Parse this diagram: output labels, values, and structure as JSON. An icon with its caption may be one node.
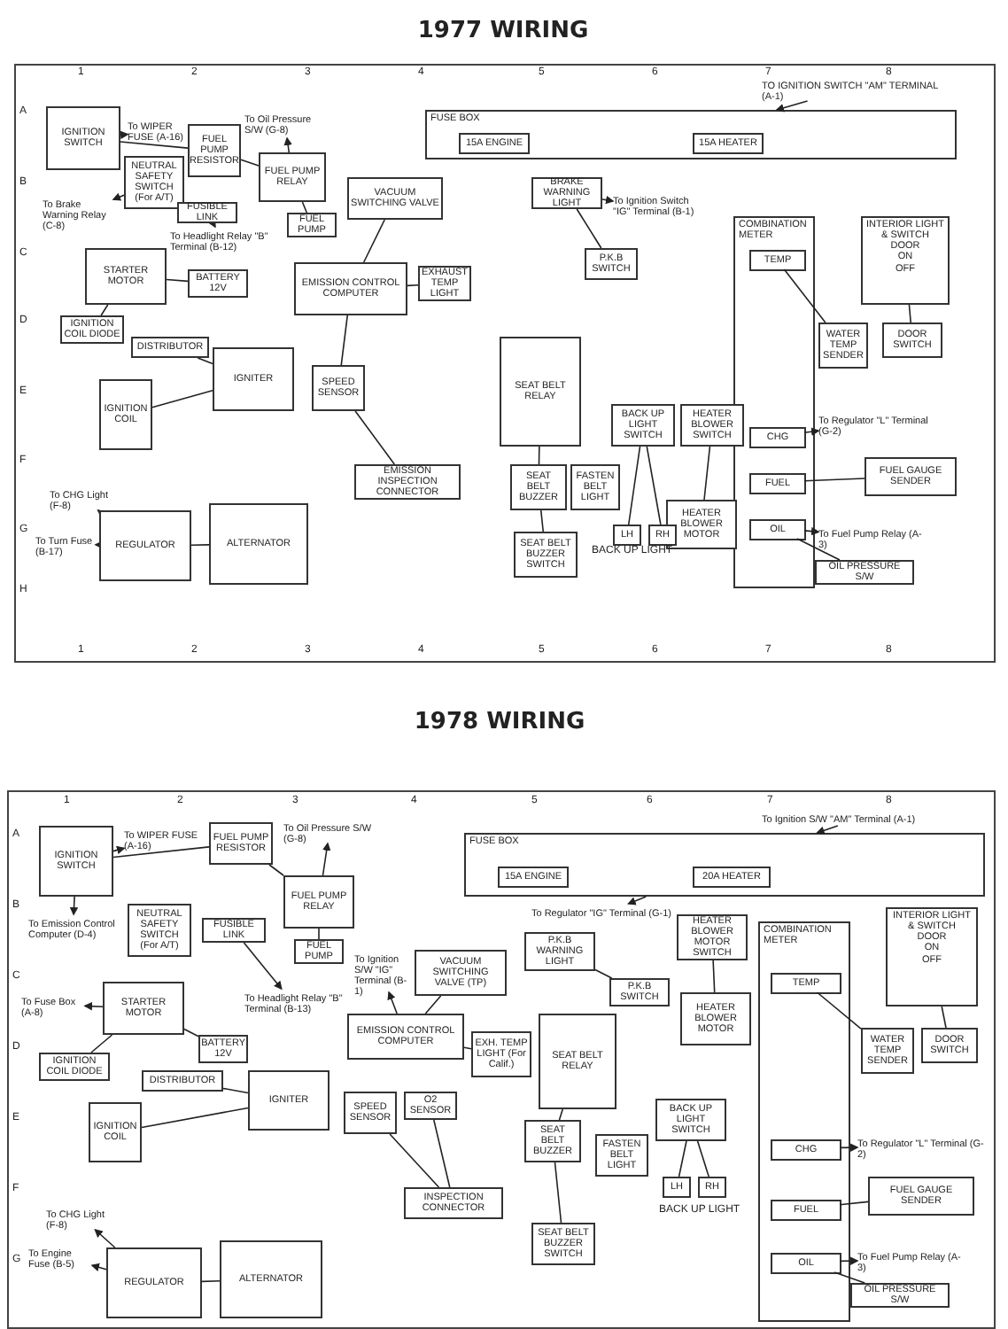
{
  "diagram": {
    "nodes": [
      {
        "text": [
          "1977 WIRING"
        ]
      },
      {
        "text": [
          "IGNITION SWITCH"
        ],
        "in": 0
      },
      {
        "text": [
          "To WIPER FUSE (A-16)"
        ],
        "in": 0
      },
      {
        "text": [
          "FUEL PUMP RESISTOR"
        ],
        "in": 0
      },
      {
        "text": [
          "To Oil Pressure S/W (G-8)"
        ],
        "in": 0
      },
      {
        "text": [
          "FUEL PUMP RELAY"
        ],
        "in": 0
      },
      {
        "text": [
          "NEUTRAL SAFETY SWITCH (For A/T)"
        ],
        "in": 0
      },
      {
        "text": [
          "To Brake Warning Relay (C-8)"
        ],
        "in": 0
      },
      {
        "text": [
          "FUSIBLE LINK"
        ],
        "in": 0
      },
      {
        "text": [
          "To Headlight Relay \"B\" Terminal (B-12)"
        ],
        "in": 0
      },
      {
        "text": [
          "BATTERY 12V"
        ],
        "in": 0
      },
      {
        "text": [
          "FUEL PUMP"
        ],
        "in": 0
      },
      {
        "text": [
          "STARTER MOTOR"
        ],
        "in": 0
      },
      {
        "text": [
          "IGNITION COIL DIODE"
        ],
        "in": 0
      },
      {
        "text": [
          "VACUUM SWITCHING VALVE"
        ],
        "in": 0
      },
      {
        "text": [
          "EMISSION CONTROL COMPUTER"
        ],
        "in": 0
      },
      {
        "text": [
          "EXHAUST TEMP LIGHT"
        ],
        "in": 0
      },
      {
        "text": [
          "FUSE BOX"
        ],
        "in": 0
      },
      {
        "text": [
          "15A ENGINE"
        ],
        "in": 17
      },
      {
        "text": [
          "15A HEATER"
        ],
        "in": 17
      },
      {
        "text": [
          "TO IGNITION SWITCH \"AM\" TERMINAL (A-1)"
        ],
        "in": 0
      },
      {
        "text": [
          "BRAKE WARNING LIGHT"
        ],
        "in": 0
      },
      {
        "text": [
          "To Ignition Switch \"IG\" Terminal (B-1)"
        ],
        "in": 0
      },
      {
        "text": [
          "P.K.B SWITCH"
        ],
        "in": 0
      },
      {
        "text": [
          "COMBINATION METER"
        ],
        "in": 0
      },
      {
        "text": [
          "TEMP"
        ],
        "in": 24
      },
      {
        "text": [
          "CHG"
        ],
        "in": 24
      },
      {
        "text": [
          "FUEL"
        ],
        "in": 24
      },
      {
        "text": [
          "OIL"
        ],
        "in": 24
      },
      {
        "text": [
          "INTERIOR LIGHT & SWITCH",
          "DOOR",
          "ON",
          "OFF"
        ],
        "in": 0
      },
      {
        "text": [
          "WATER TEMP SENDER"
        ],
        "in": 0
      },
      {
        "text": [
          "DOOR SWITCH"
        ],
        "in": 0
      },
      {
        "text": [
          "IGNITER"
        ],
        "in": 0
      },
      {
        "text": [
          "IGNITION COIL"
        ],
        "in": 0
      },
      {
        "text": [
          "DISTRIBUTOR"
        ],
        "in": 0
      },
      {
        "text": [
          "SPEED SENSOR"
        ],
        "in": 0
      },
      {
        "text": [
          "EMISSION INSPECTION CONNECTOR"
        ],
        "in": 0
      },
      {
        "text": [
          "SEAT BELT RELAY"
        ],
        "in": 0
      },
      {
        "text": [
          "SEAT BELT BUZZER"
        ],
        "in": 0
      },
      {
        "text": [
          "SEAT BELT BUZZER SWITCH"
        ],
        "in": 0
      },
      {
        "text": [
          "FASTEN BELT LIGHT"
        ],
        "in": 0
      },
      {
        "text": [
          "BACK UP LIGHT SWITCH"
        ],
        "in": 0
      },
      {
        "text": [
          "HEATER BLOWER SWITCH"
        ],
        "in": 0
      },
      {
        "text": [
          "HEATER BLOWER MOTOR"
        ],
        "in": 0
      },
      {
        "text": [
          "To Regulator \"L\" Terminal (G-2)"
        ],
        "in": 0
      },
      {
        "text": [
          "FUEL GAUGE SENDER"
        ],
        "in": 0
      },
      {
        "text": [
          "To Fuel Pump Relay (A-3)"
        ],
        "in": 0
      },
      {
        "text": [
          "OIL PRESSURE S/W"
        ],
        "in": 0
      },
      {
        "text": [
          "LH"
        ],
        "in": 0
      },
      {
        "text": [
          "RH"
        ],
        "in": 0
      },
      {
        "text": [
          "To CHG Light (F-8)"
        ],
        "in": 0
      },
      {
        "text": [
          "To Turn Fuse (B-17)"
        ],
        "in": 0
      },
      {
        "text": [
          "REGULATOR"
        ],
        "in": 0
      },
      {
        "text": [
          "ALTERNATOR"
        ],
        "in": 0
      },
      {
        "text": [
          "1978 WIRING"
        ]
      },
      {
        "text": [
          "IGNITION SWITCH"
        ],
        "in": 54
      },
      {
        "text": [
          "To WIPER FUSE (A-16)"
        ],
        "in": 54
      },
      {
        "text": [
          "FUEL PUMP RESISTOR"
        ],
        "in": 54
      },
      {
        "text": [
          "To Oil Pressure S/W (G-8)"
        ],
        "in": 54
      },
      {
        "text": [
          "FUEL PUMP RELAY"
        ],
        "in": 54
      },
      {
        "text": [
          "To Emission Control Computer (D-4)"
        ],
        "in": 54
      },
      {
        "text": [
          "NEUTRAL SAFETY SWITCH (For A/T)"
        ],
        "in": 54
      },
      {
        "text": [
          "To Fuse Box (A-8)"
        ],
        "in": 54
      },
      {
        "text": [
          "FUSIBLE LINK"
        ],
        "in": 54
      },
      {
        "text": [
          "FUEL PUMP"
        ],
        "in": 54
      },
      {
        "text": [
          "To Headlight Relay \"B\" Terminal (B-13)"
        ],
        "in": 54
      },
      {
        "text": [
          "BATTERY 12V"
        ],
        "in": 54
      },
      {
        "text": [
          "STARTER MOTOR"
        ],
        "in": 54
      },
      {
        "text": [
          "IGNITION COIL DIODE"
        ],
        "in": 54
      },
      {
        "text": [
          "IGNITER"
        ],
        "in": 54
      },
      {
        "text": [
          "IGNITION COIL"
        ],
        "in": 54
      },
      {
        "text": [
          "DISTRIBUTOR"
        ],
        "in": 54
      },
      {
        "text": [
          "To Ignition S/W \"IG\" Terminal (B-1)"
        ],
        "in": 54
      },
      {
        "text": [
          "VACUUM SWITCHING VALVE (TP)"
        ],
        "in": 54
      },
      {
        "text": [
          "EMISSION CONTROL COMPUTER"
        ],
        "in": 54
      },
      {
        "text": [
          "EXH. TEMP LIGHT (For Calif.)"
        ],
        "in": 54
      },
      {
        "text": [
          "SPEED SENSOR"
        ],
        "in": 54
      },
      {
        "text": [
          "O2 SENSOR"
        ],
        "in": 54
      },
      {
        "text": [
          "INSPECTION CONNECTOR"
        ],
        "in": 54
      },
      {
        "text": [
          "To CHG Light (F-8)"
        ],
        "in": 54
      },
      {
        "text": [
          "To Engine Fuse (B-5)"
        ],
        "in": 54
      },
      {
        "text": [
          "REGULATOR"
        ],
        "in": 54
      },
      {
        "text": [
          "ALTERNATOR"
        ],
        "in": 54
      },
      {
        "text": [
          "FUSE BOX"
        ],
        "in": 54
      },
      {
        "text": [
          "15A ENGINE"
        ],
        "in": 83
      },
      {
        "text": [
          "20A HEATER"
        ],
        "in": 83
      },
      {
        "text": [
          "To Ignition S/W \"AM\" Terminal (A-1)"
        ],
        "in": 54
      },
      {
        "text": [
          "To Regulator \"IG\" Terminal (G-1)"
        ],
        "in": 54
      },
      {
        "text": [
          "P.K.B WARNING LIGHT"
        ],
        "in": 54
      },
      {
        "text": [
          "P.K.B SWITCH"
        ],
        "in": 54
      },
      {
        "text": [
          "HEATER BLOWER MOTOR SWITCH"
        ],
        "in": 54
      },
      {
        "text": [
          "COMBINATION METER"
        ],
        "in": 54
      },
      {
        "text": [
          "TEMP"
        ],
        "in": 91
      },
      {
        "text": [
          "CHG"
        ],
        "in": 91
      },
      {
        "text": [
          "FUEL"
        ],
        "in": 91
      },
      {
        "text": [
          "OIL"
        ],
        "in": 91
      },
      {
        "text": [
          "INTERIOR LIGHT & SWITCH",
          "DOOR",
          "ON",
          "OFF"
        ],
        "in": 54
      },
      {
        "text": [
          "WATER TEMP SENDER"
        ],
        "in": 54
      },
      {
        "text": [
          "DOOR SWITCH"
        ],
        "in": 54
      },
      {
        "text": [
          "SEAT BELT RELAY"
        ],
        "in": 54
      },
      {
        "text": [
          "HEATER BLOWER MOTOR"
        ],
        "in": 54
      },
      {
        "text": [
          "SEAT BELT BUZZER"
        ],
        "in": 54
      },
      {
        "text": [
          "FASTEN BELT LIGHT"
        ],
        "in": 54
      },
      {
        "text": [
          "BACK UP LIGHT SWITCH"
        ],
        "in": 54
      },
      {
        "text": [
          "To Regulator \"L\" Terminal (G-2)"
        ],
        "in": 54
      },
      {
        "text": [
          "FUEL GAUGE SENDER"
        ],
        "in": 54
      },
      {
        "text": [
          "To Fuel Pump Relay (A-3)"
        ],
        "in": 54
      },
      {
        "text": [
          "OIL PRESSURE S/W"
        ],
        "in": 54
      },
      {
        "text": [
          "LH"
        ],
        "in": 54
      },
      {
        "text": [
          "RH"
        ],
        "in": 54
      },
      {
        "text": [
          "SEAT BELT BUZZER SWITCH"
        ],
        "in": 54
      }
    ],
    "edges": [
      {
        "from": 1,
        "to": 2,
        "arrow": "to"
      },
      {
        "from": 5,
        "to": 4,
        "arrow": "to"
      },
      {
        "from": 1,
        "to": 3,
        "arrow": "none"
      },
      {
        "from": 3,
        "to": 5,
        "arrow": "none"
      },
      {
        "from": 5,
        "to": 11,
        "arrow": "none"
      },
      {
        "from": 6,
        "to": 7,
        "arrow": "to"
      },
      {
        "from": 8,
        "to": 9,
        "arrow": "to"
      },
      {
        "from": 10,
        "to": 12,
        "arrow": "none"
      },
      {
        "from": 14,
        "to": 15,
        "arrow": "none"
      },
      {
        "from": 15,
        "to": 16,
        "arrow": "none"
      },
      {
        "from": 20,
        "to": 17,
        "arrow": "to"
      },
      {
        "from": 21,
        "to": 23,
        "arrow": "none"
      },
      {
        "from": 21,
        "to": 22,
        "arrow": "to"
      },
      {
        "from": 25,
        "to": 30,
        "arrow": "none"
      },
      {
        "from": 29,
        "to": 31,
        "arrow": "none"
      },
      {
        "from": 26,
        "to": 44,
        "arrow": "to"
      },
      {
        "from": 27,
        "to": 45,
        "arrow": "none"
      },
      {
        "from": 28,
        "to": 46,
        "arrow": "to"
      },
      {
        "from": 28,
        "to": 47,
        "arrow": "none"
      },
      {
        "from": 32,
        "to": 33,
        "arrow": "none"
      },
      {
        "from": 34,
        "to": 32,
        "arrow": "none"
      },
      {
        "from": 15,
        "to": 35,
        "arrow": "none"
      },
      {
        "from": 35,
        "to": 36,
        "arrow": "none"
      },
      {
        "from": 37,
        "to": 38,
        "arrow": "none"
      },
      {
        "from": 38,
        "to": 39,
        "arrow": "none"
      },
      {
        "from": 41,
        "to": 48,
        "arrow": "none"
      },
      {
        "from": 41,
        "to": 49,
        "arrow": "none"
      },
      {
        "from": 42,
        "to": 43,
        "arrow": "none"
      },
      {
        "from": 52,
        "to": 53,
        "arrow": "none"
      },
      {
        "from": 52,
        "to": 50,
        "arrow": "to"
      },
      {
        "from": 52,
        "to": 51,
        "arrow": "to"
      },
      {
        "from": 13,
        "to": 12,
        "arrow": "none"
      },
      {
        "from": 55,
        "to": 56,
        "arrow": "to"
      },
      {
        "from": 59,
        "to": 58,
        "arrow": "to"
      },
      {
        "from": 55,
        "to": 57,
        "arrow": "none"
      },
      {
        "from": 57,
        "to": 59,
        "arrow": "none"
      },
      {
        "from": 59,
        "to": 64,
        "arrow": "none"
      },
      {
        "from": 55,
        "to": 60,
        "arrow": "to"
      },
      {
        "from": 67,
        "to": 62,
        "arrow": "to"
      },
      {
        "from": 63,
        "to": 65,
        "arrow": "to"
      },
      {
        "from": 66,
        "to": 67,
        "arrow": "none"
      },
      {
        "from": 68,
        "to": 67,
        "arrow": "none"
      },
      {
        "from": 73,
        "to": 74,
        "arrow": "none"
      },
      {
        "from": 74,
        "to": 75,
        "arrow": "none"
      },
      {
        "from": 74,
        "to": 72,
        "arrow": "to"
      },
      {
        "from": 69,
        "to": 70,
        "arrow": "none"
      },
      {
        "from": 71,
        "to": 69,
        "arrow": "none"
      },
      {
        "from": 76,
        "to": 78,
        "arrow": "none"
      },
      {
        "from": 77,
        "to": 78,
        "arrow": "none"
      },
      {
        "from": 81,
        "to": 82,
        "arrow": "none"
      },
      {
        "from": 81,
        "to": 79,
        "arrow": "to"
      },
      {
        "from": 81,
        "to": 80,
        "arrow": "to"
      },
      {
        "from": 86,
        "to": 83,
        "arrow": "to"
      },
      {
        "from": 83,
        "to": 87,
        "arrow": "to"
      },
      {
        "from": 88,
        "to": 89,
        "arrow": "none"
      },
      {
        "from": 90,
        "to": 100,
        "arrow": "none"
      },
      {
        "from": 92,
        "to": 97,
        "arrow": "none"
      },
      {
        "from": 96,
        "to": 98,
        "arrow": "none"
      },
      {
        "from": 93,
        "to": 104,
        "arrow": "to"
      },
      {
        "from": 94,
        "to": 105,
        "arrow": "none"
      },
      {
        "from": 95,
        "to": 106,
        "arrow": "to"
      },
      {
        "from": 95,
        "to": 107,
        "arrow": "none"
      },
      {
        "from": 99,
        "to": 101,
        "arrow": "none"
      },
      {
        "from": 101,
        "to": 110,
        "arrow": "none"
      },
      {
        "from": 103,
        "to": 108,
        "arrow": "none"
      },
      {
        "from": 103,
        "to": 109,
        "arrow": "none"
      }
    ],
    "labels": [
      "1",
      "2",
      "3",
      "4",
      "5",
      "6",
      "7",
      "8",
      "1",
      "2",
      "3",
      "4",
      "5",
      "6",
      "7",
      "8",
      "A",
      "B",
      "C",
      "D",
      "E",
      "F",
      "G",
      "H",
      "BACK UP LIGHT",
      "1",
      "2",
      "3",
      "4",
      "5",
      "6",
      "7",
      "8",
      "A",
      "B",
      "C",
      "D",
      "E",
      "F",
      "G",
      "BACK UP LIGHT"
    ]
  }
}
